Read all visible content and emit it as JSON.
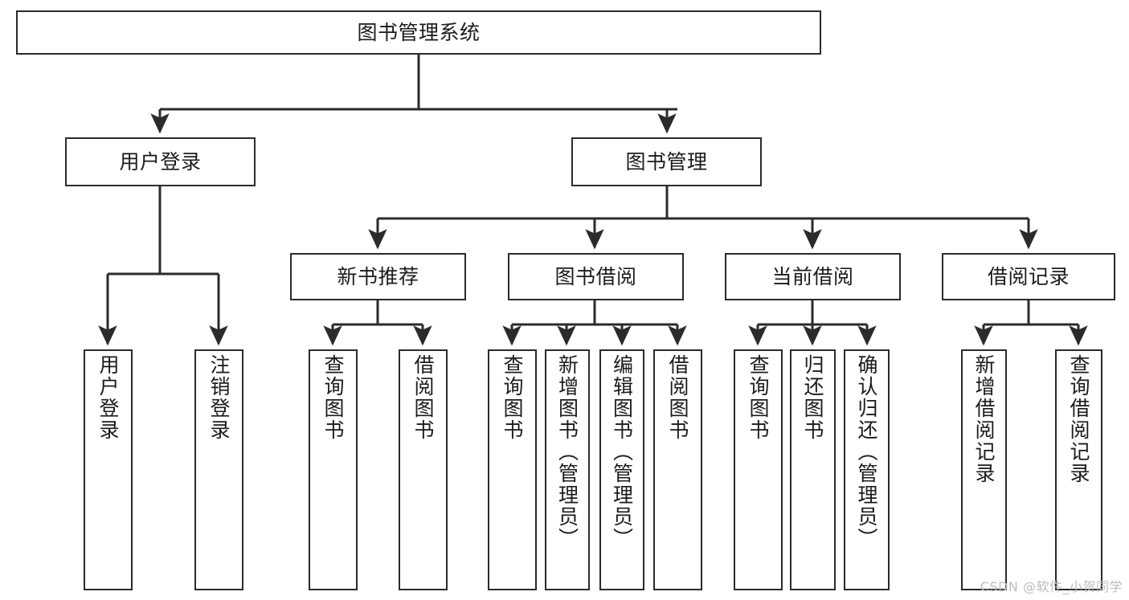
{
  "diagram": {
    "title": "图书管理系统",
    "type": "functional-structure-tree",
    "orientation": "top-down",
    "box_fill": "#ffffff",
    "box_stroke": "#2b2b2b",
    "connector_color": "#2b2b2b",
    "text_color": "#1b1b1b"
  },
  "nodes": {
    "root": {
      "label": "图书管理系统",
      "level": 1
    },
    "l2": [
      {
        "label": "用户登录",
        "level": 2
      },
      {
        "label": "图书管理",
        "level": 2
      }
    ],
    "l3": [
      {
        "label": "新书推荐",
        "level": 3
      },
      {
        "label": "图书借阅",
        "level": 3
      },
      {
        "label": "当前借阅",
        "level": 3
      },
      {
        "label": "借阅记录",
        "level": 3
      }
    ],
    "leaves_user_login": [
      {
        "label": "用户登录",
        "parent": "用户登录"
      },
      {
        "label": "注销登录",
        "parent": "用户登录"
      }
    ],
    "leaves_new_book": [
      {
        "label": "查询图书",
        "parent": "新书推荐"
      },
      {
        "label": "借阅图书",
        "parent": "新书推荐"
      }
    ],
    "leaves_borrow": [
      {
        "label": "查询图书",
        "parent": "图书借阅"
      },
      {
        "label": "新增图书（管理员）",
        "parent": "图书借阅"
      },
      {
        "label": "编辑图书（管理员）",
        "parent": "图书借阅"
      },
      {
        "label": "借阅图书",
        "parent": "图书借阅"
      }
    ],
    "leaves_current": [
      {
        "label": "查询图书",
        "parent": "当前借阅"
      },
      {
        "label": "归还图书",
        "parent": "当前借阅"
      },
      {
        "label": "确认归还（管理员）",
        "parent": "当前借阅"
      }
    ],
    "leaves_records": [
      {
        "label": "新增借阅记录",
        "parent": "借阅记录"
      },
      {
        "label": "查询借阅记录",
        "parent": "借阅记录"
      }
    ]
  },
  "watermark": {
    "text": "CSDN @软件_小贺同学"
  }
}
